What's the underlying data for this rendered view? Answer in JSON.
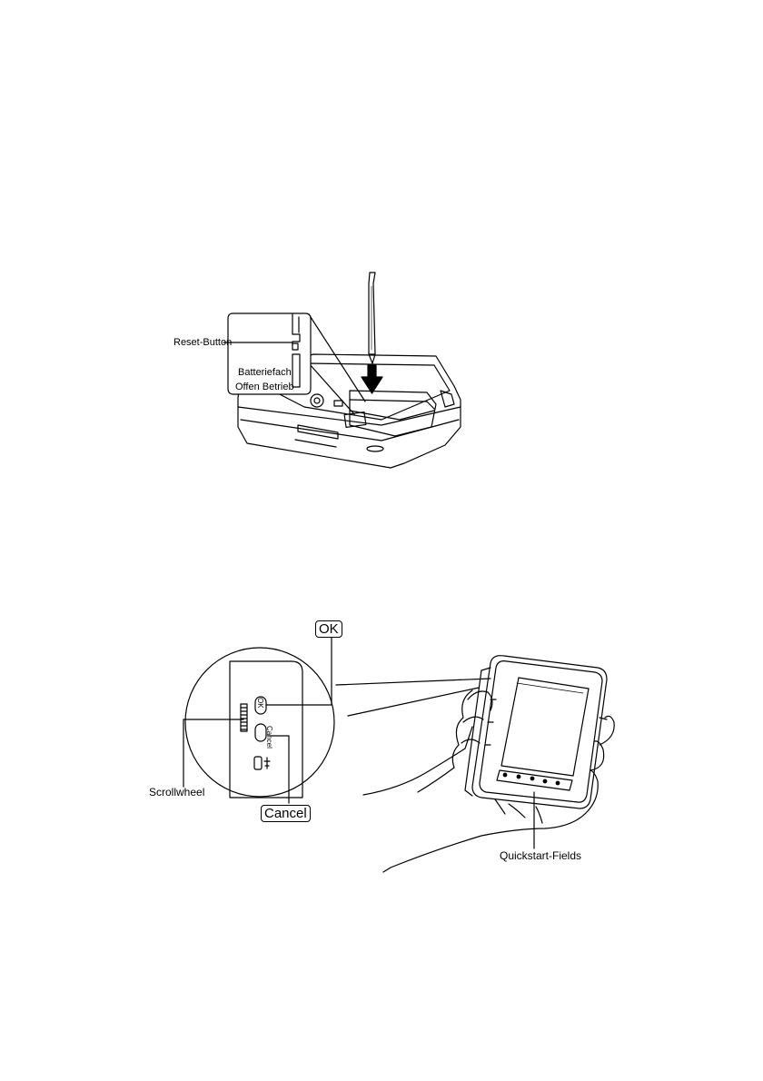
{
  "figure1": {
    "reset_button_label": "Reset-Button",
    "battery_line1": "Batteriefach",
    "battery_line2": "Offen Betrieb"
  },
  "figure2": {
    "ok_label": "OK",
    "cancel_label": "Cancel",
    "scrollwheel_label": "Scrollwheel",
    "quickstart_label": "Quickstart-Fields",
    "small_ok": "OK",
    "small_cancel": "Cancel"
  }
}
